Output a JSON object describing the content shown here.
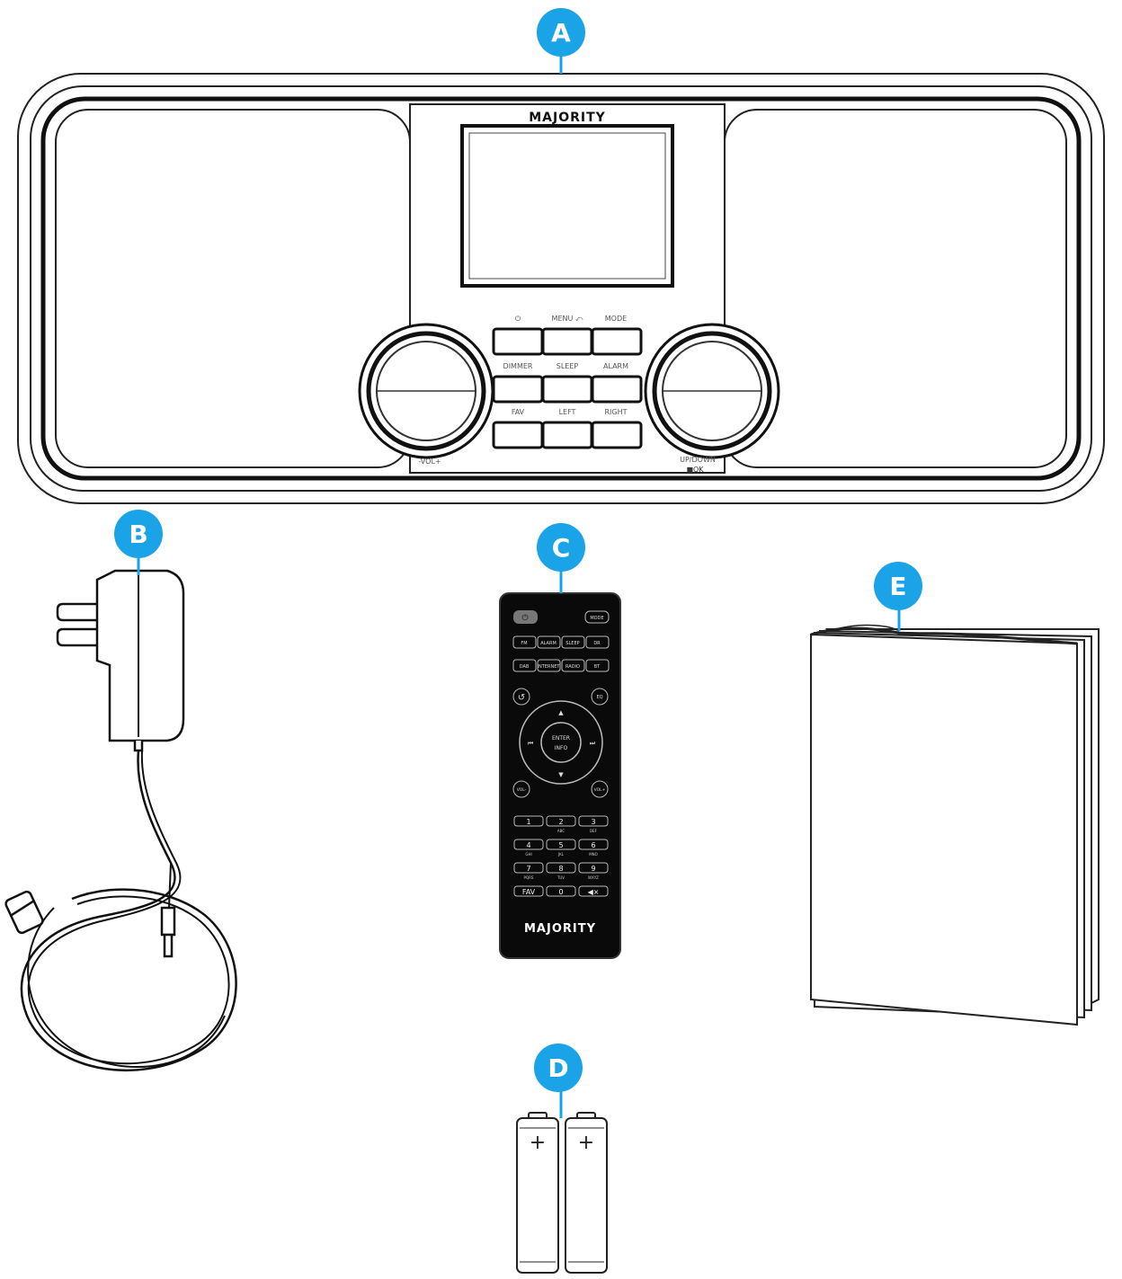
{
  "callouts": {
    "a": "A",
    "b": "B",
    "c": "C",
    "d": "D",
    "e": "E"
  },
  "callout_color": "#1AA3E6",
  "radio": {
    "brand": "MAJORITY",
    "buttons": {
      "power": "⏻",
      "menu": "MENU ⤺",
      "mode": "MODE",
      "dimmer": "DIMMER",
      "sleep": "SLEEP",
      "alarm": "ALARM",
      "fav": "FAV",
      "left": "LEFT",
      "right": "RIGHT"
    },
    "left_knob_label": "-VOL+",
    "right_knob_label": "UP/DOWN",
    "right_knob_sub": "■OK"
  },
  "remote": {
    "brand": "MAJORITY",
    "top_right": "MODE",
    "row1": [
      "FM",
      "ALARM",
      "SLEEP",
      "DR"
    ],
    "row2": [
      "DAB",
      "INTERNET",
      "RADIO",
      "BT"
    ],
    "back_label": "↺",
    "eq_label": "EQ",
    "nav_center": [
      "ENTER",
      "INFO"
    ],
    "vol_minus": "VOL-",
    "vol_plus": "VOL+",
    "numpad": [
      "1",
      "2",
      "3",
      "4",
      "5",
      "6",
      "7",
      "8",
      "9",
      "FAV",
      "0",
      "◀×"
    ],
    "numpad_sub": [
      "",
      "ABC",
      "DEF",
      "GHI",
      "JKL",
      "MNO",
      "PQRS",
      "TUV",
      "WXYZ"
    ]
  },
  "battery_plus": "+"
}
